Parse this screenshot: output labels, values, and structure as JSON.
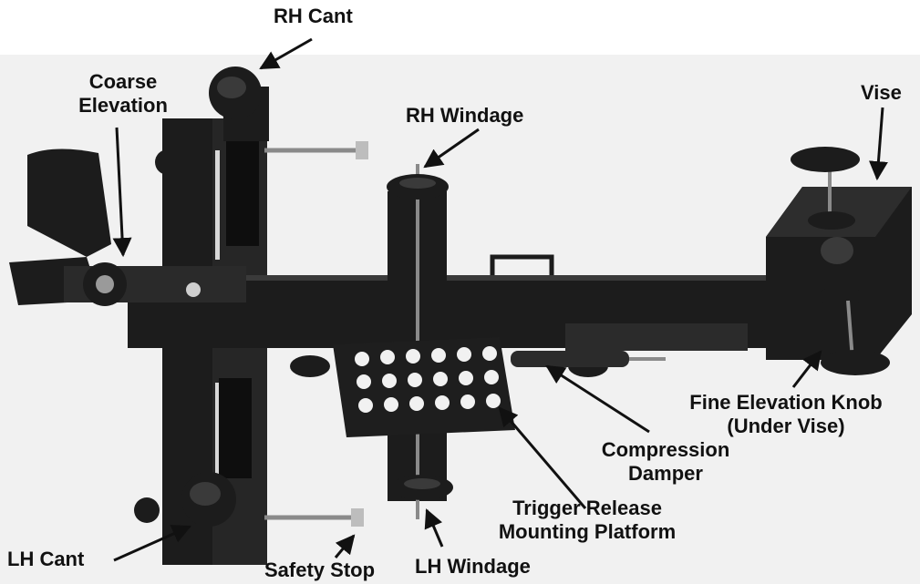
{
  "labels": {
    "rh_cant": "RH Cant",
    "coarse_elevation_1": "Coarse",
    "coarse_elevation_2": "Elevation",
    "rh_windage": "RH Windage",
    "vise": "Vise",
    "fine_elevation_1": "Fine Elevation Knob",
    "fine_elevation_2": "(Under Vise)",
    "compression_damper_1": "Compression",
    "compression_damper_2": "Damper",
    "trigger_release_1": "Trigger Release",
    "trigger_release_2": "Mounting Platform",
    "lh_cant": "LH Cant",
    "safety_stop": "Safety Stop",
    "lh_windage": "LH Windage"
  },
  "colors": {
    "background": "#ffffff",
    "device": "#1c1c1c",
    "device_highlight": "#3a3a3a",
    "arrow": "#111111"
  }
}
